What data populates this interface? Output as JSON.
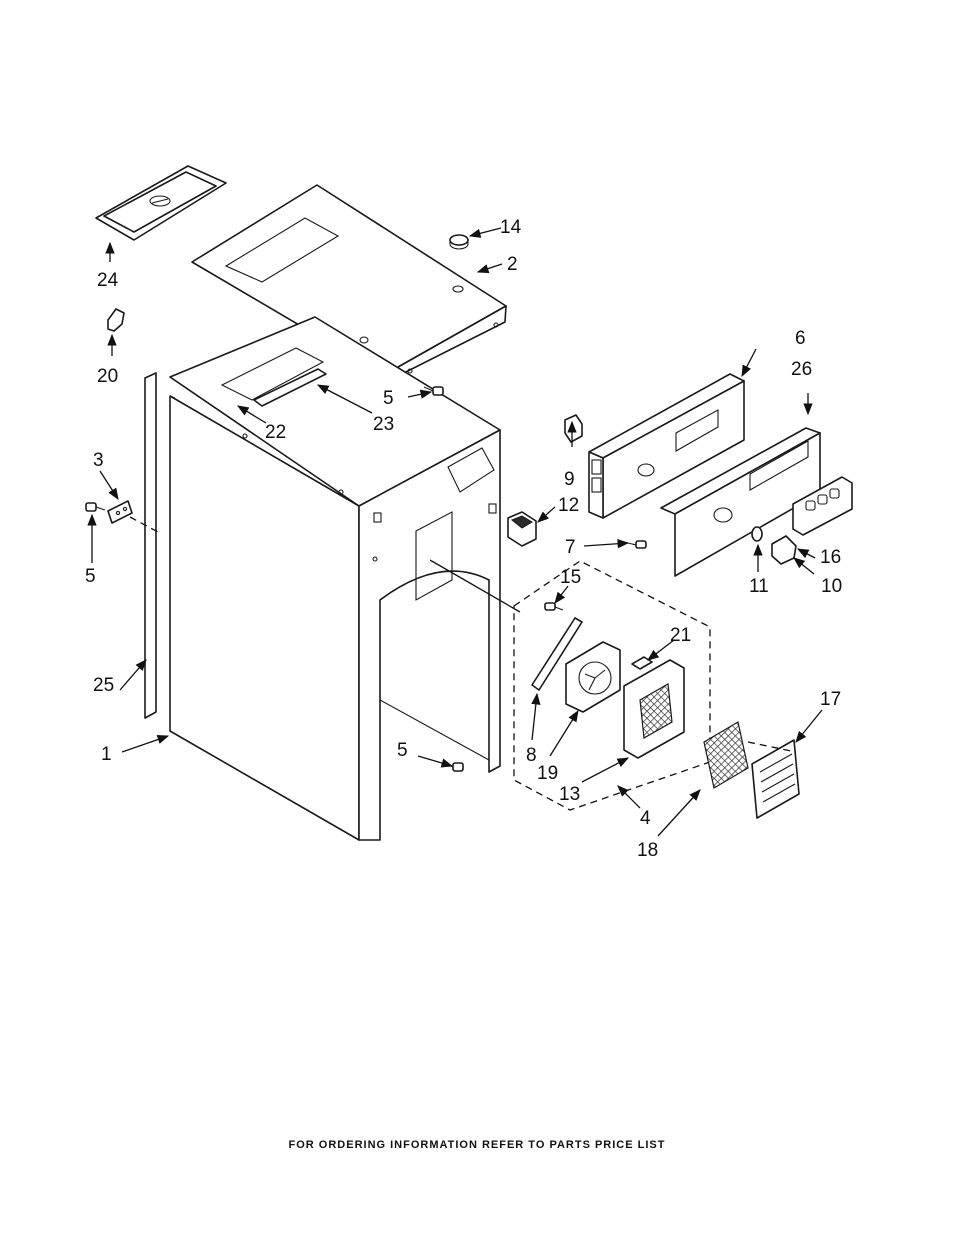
{
  "labels": {
    "p1": "1",
    "p2": "2",
    "p3": "3",
    "p4": "4",
    "p5a": "5",
    "p5b": "5",
    "p5c": "5",
    "p6": "6",
    "p7": "7",
    "p8": "8",
    "p9": "9",
    "p10": "10",
    "p11": "11",
    "p12": "12",
    "p13": "13",
    "p14": "14",
    "p15": "15",
    "p16": "16",
    "p17": "17",
    "p18": "18",
    "p19": "19",
    "p20": "20",
    "p21": "21",
    "p22": "22",
    "p23": "23",
    "p24": "24",
    "p25": "25",
    "p26": "26"
  },
  "footer": "FOR ORDERING INFORMATION REFER TO PARTS PRICE LIST",
  "colors": {
    "line": "#1a1a1a",
    "background": "#ffffff"
  }
}
